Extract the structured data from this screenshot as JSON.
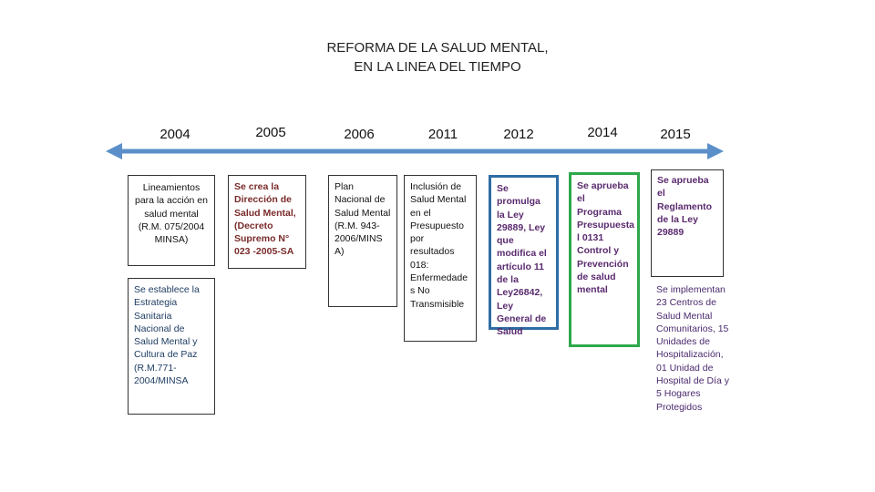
{
  "title": {
    "line1": "REFORMA DE LA SALUD MENTAL,",
    "line2": "EN LA LINEA DEL TIEMPO"
  },
  "years": [
    "2004",
    "2005",
    "2006",
    "2011",
    "2012",
    "2014",
    "2015"
  ],
  "colors": {
    "timeline": "#5b8fc9",
    "box_border_default": "#333333",
    "box_border_2012": "#2e6da4",
    "box_border_2014": "#2ea84a"
  },
  "boxes": {
    "b2004_top": "Lineamientos para la acción en salud mental (R.M. 075/2004 MINSA)",
    "b2004_bottom": "Se establece la Estrategia Sanitaria Nacional de Salud Mental y Cultura de Paz (R.M.771-2004/MINSA",
    "b2005": "Se crea la Dirección de Salud Mental, (Decreto Supremo N° 023 -2005-SA",
    "b2006": "Plan Nacional de Salud Mental (R.M. 943-2006/MINS A)",
    "b2011": "Inclusión de Salud Mental en el Presupuesto por resultados 018: Enfermedade s No Transmisible",
    "b2012": "Se promulga la Ley 29889, Ley que modifica el artículo 11 de la Ley26842, Ley General de Salud",
    "b2014": "Se aprueba el Programa Presupuesta l 0131 Control y Prevención de salud mental",
    "b2015_top": "Se aprueba el Reglamento de la Ley 29889",
    "b2015_bottom": "Se implementan 23 Centros de Salud Mental Comunitarios, 15 Unidades de Hospitalización, 01 Unidad de Hospital de Día y 5 Hogares Protegidos"
  }
}
